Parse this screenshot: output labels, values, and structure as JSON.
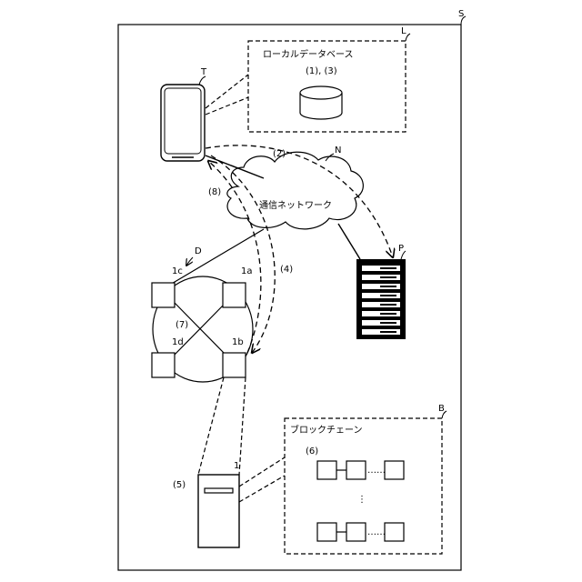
{
  "labels": {
    "system": "S",
    "terminal": "T",
    "local_db_ref": "L",
    "local_db_title": "ローカルデータベース",
    "local_db_steps": "(1), (3)",
    "network_ref": "N",
    "network_title": "通信ネットワーク",
    "server_ref": "P",
    "dist_network_ref": "D",
    "node_a": "1a",
    "node_b": "1b",
    "node_c": "1c",
    "node_d": "1d",
    "node_main": "1",
    "blockchain_ref": "B",
    "blockchain_title": "ブロックチェーン",
    "step_2": "(2)",
    "step_4": "(4)",
    "step_5": "(5)",
    "step_6": "(6)",
    "step_7": "(7)",
    "step_8": "(8)",
    "chain_dots": "……",
    "chain_vdots": "⋮"
  }
}
